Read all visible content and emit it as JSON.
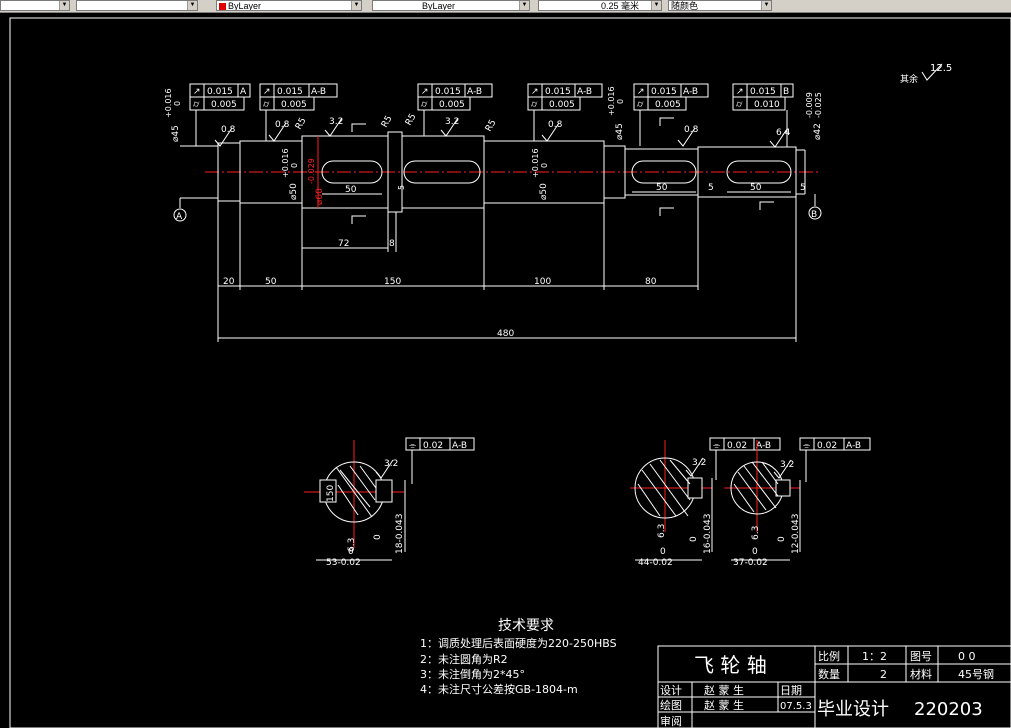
{
  "toolbar": {
    "items": [
      "",
      "",
      "ByLayer",
      "ByLayer",
      "0.25 毫米",
      "随颜色"
    ]
  },
  "colors": {
    "accent": "#ff2020",
    "line": "#ffffff",
    "background": "#000000"
  },
  "drawing": {
    "surface_finish": {
      "note": "其余",
      "value": "12.5"
    },
    "datums": [
      "A",
      "B"
    ],
    "tolerance_frames": [
      {
        "sym1": "↗",
        "val1": "0.015",
        "ref1": "A",
        "sym2": "⌭",
        "val2": "0.005"
      },
      {
        "sym1": "↗",
        "val1": "0.015",
        "ref1": "A-B",
        "sym2": "⌭",
        "val2": "0.005"
      },
      {
        "sym1": "↗",
        "val1": "0.015",
        "ref1": "A-B",
        "sym2": "⌭",
        "val2": "0.005"
      },
      {
        "sym1": "↗",
        "val1": "0.015",
        "ref1": "A-B",
        "sym2": "⌭",
        "val2": "0.005"
      },
      {
        "sym1": "↗",
        "val1": "0.015",
        "ref1": "A-B",
        "sym2": "⌭",
        "val2": "0.005"
      },
      {
        "sym1": "↗",
        "val1": "0.015",
        "ref1": "B",
        "sym2": "⌭",
        "val2": "0.010"
      }
    ],
    "roughness": [
      "0.8",
      "0.8",
      "3.2",
      "3.2",
      "0.8",
      "0.8",
      "6.4"
    ],
    "chamfers": [
      "R5",
      "R5",
      "R5"
    ],
    "diameters": {
      "d1": "⌀45",
      "d1_tol": "+0.016",
      "d1_tol2": "0",
      "d2": "⌀50",
      "d2_tol": "+0.016",
      "d2_tol2": "0",
      "d3": "⌀60",
      "d3_tol": "-0.029",
      "d3_tol2": "⌀60",
      "d4": "⌀50",
      "d4_tol": "+0.016",
      "d4_tol2": "0",
      "d5": "⌀45",
      "d5_tol": "+0.016",
      "d5_tol2": "0",
      "d6": "⌀42",
      "d6_tol": "-0.009",
      "d6_tol2": "-0.025"
    },
    "dim_lengths": {
      "seg1": "20",
      "seg2": "50",
      "seg3": "150",
      "seg4": "100",
      "seg5": "80",
      "total": "480",
      "key1": "50",
      "key2": "50",
      "key3": "50",
      "k72": "72",
      "k8": "8",
      "k5a": "5",
      "k5b": "5",
      "k5c": "5"
    },
    "sections": [
      {
        "frame_sym": "⌯",
        "frame_val": "0.02",
        "frame_ref": "A-B",
        "rough1": "3.2",
        "rough2": "6.3",
        "dim_depth": "18-0.043",
        "dim_depth0": "0",
        "dim_width": "53-0.02",
        "dim_width0": "0",
        "dim_mid": "150"
      },
      {
        "frame_sym": "⌯",
        "frame_val": "0.02",
        "frame_ref": "A-B",
        "rough1": "3.2",
        "rough2": "6.3",
        "dim_depth": "16-0.043",
        "dim_depth0": "0",
        "dim_width": "44-0.02",
        "dim_width0": "0"
      },
      {
        "frame_sym": "⌯",
        "frame_val": "0.02",
        "frame_ref": "A-B",
        "rough1": "3.2",
        "rough2": "6.3",
        "dim_depth": "12-0.043",
        "dim_depth0": "0",
        "dim_width": "37-0.02",
        "dim_width0": "0"
      }
    ],
    "tech": {
      "title": "技术要求",
      "lines": [
        "1：调质处理后表面硬度为220-250HBS",
        "2：未注圆角为R2",
        "3：未注倒角为2*45°",
        "4：未注尺寸公差按GB-1804-m"
      ]
    },
    "titleblock": {
      "part_name": "飞 轮 轴",
      "scale_label": "比例",
      "scale_value": "1：2",
      "drawing_no_label": "图号",
      "drawing_no_value": "0 0",
      "qty_label": "数量",
      "qty_value": "2",
      "material_label": "材料",
      "material_value": "45号钢",
      "design_label": "设计",
      "design_name": "赵 蒙 生",
      "date_label": "日期",
      "draw_label": "绘图",
      "draw_name": "赵 蒙 生",
      "draw_date": "07.5.3",
      "check_label": "审阅",
      "school_label": "毕业设计",
      "school_code": "220203"
    }
  }
}
